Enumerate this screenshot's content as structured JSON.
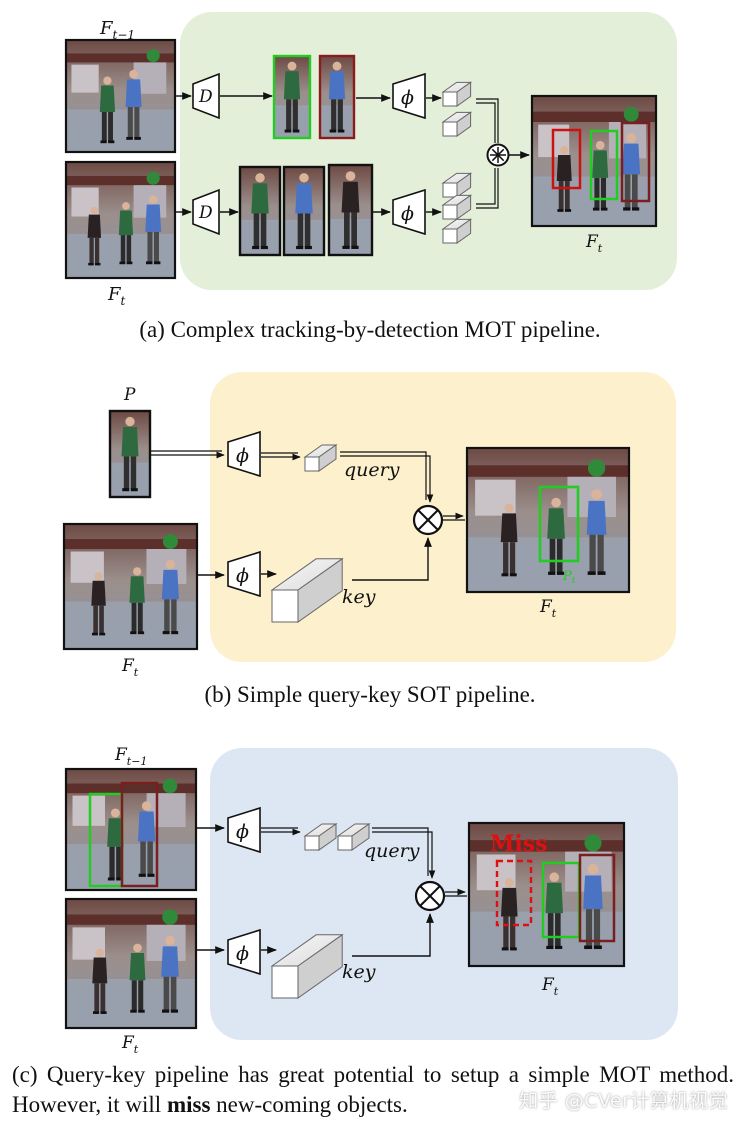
{
  "panel_a": {
    "label_prev_frame": "F",
    "label_prev_frame_sub": "t−1",
    "label_cur_frame": "F",
    "label_cur_frame_sub": "t",
    "detector_symbol": "D",
    "embedder_symbol": "ϕ",
    "output_frame": "F",
    "output_frame_sub": "t",
    "caption": "(a) Complex tracking-by-detection MOT pipeline.",
    "bg_color": "#e3efd9"
  },
  "panel_b": {
    "label_prompt": "P",
    "label_cur_frame": "F",
    "label_cur_frame_sub": "t",
    "embedder_symbol": "ϕ",
    "query_label": "query",
    "key_label": "key",
    "box_label": "P",
    "box_label_sub": "t",
    "output_frame": "F",
    "output_frame_sub": "t",
    "caption": "(b) Simple query-key SOT pipeline.",
    "bg_color": "#fdf0cd"
  },
  "panel_c": {
    "label_prev_frame": "F",
    "label_prev_frame_sub": "t−1",
    "label_cur_frame": "F",
    "label_cur_frame_sub": "t",
    "embedder_symbol": "ϕ",
    "query_label": "query",
    "key_label": "key",
    "miss_label": "Miss",
    "output_frame": "F",
    "output_frame_sub": "t",
    "caption_part1": "(c) Query-key pipeline has great potential to setup a simple MOT method. However, it will ",
    "caption_bold": "miss",
    "caption_part2": " new-coming objects.",
    "bg_color": "#dde7f3"
  },
  "watermark": "知乎 @CVer计算机视觉",
  "colors": {
    "green_box": "#22cc22",
    "red_box": "#cc1111",
    "dark_red_box": "#7a1f1f",
    "miss_text": "#dd1111"
  }
}
